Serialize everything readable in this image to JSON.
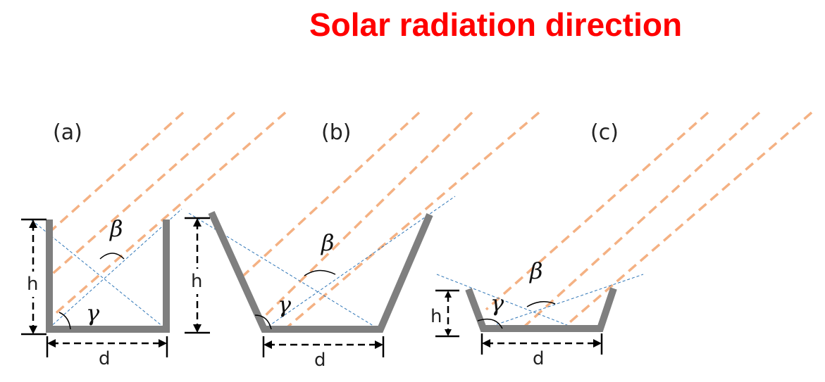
{
  "title": "Solar radiation direction",
  "panels": [
    {
      "label": "(a)",
      "h_label": "h",
      "d_label": "d",
      "beta": "β",
      "gamma": "γ"
    },
    {
      "label": "(b)",
      "h_label": "h",
      "d_label": "d",
      "beta": "β",
      "gamma": "γ"
    },
    {
      "label": "(c)",
      "h_label": "h",
      "d_label": "d",
      "beta": "β",
      "gamma": "γ"
    }
  ],
  "colors": {
    "title": "#ff0000",
    "rays": "#f4b183",
    "walls": "#7f7f7f",
    "guides": "#2e75b6"
  }
}
